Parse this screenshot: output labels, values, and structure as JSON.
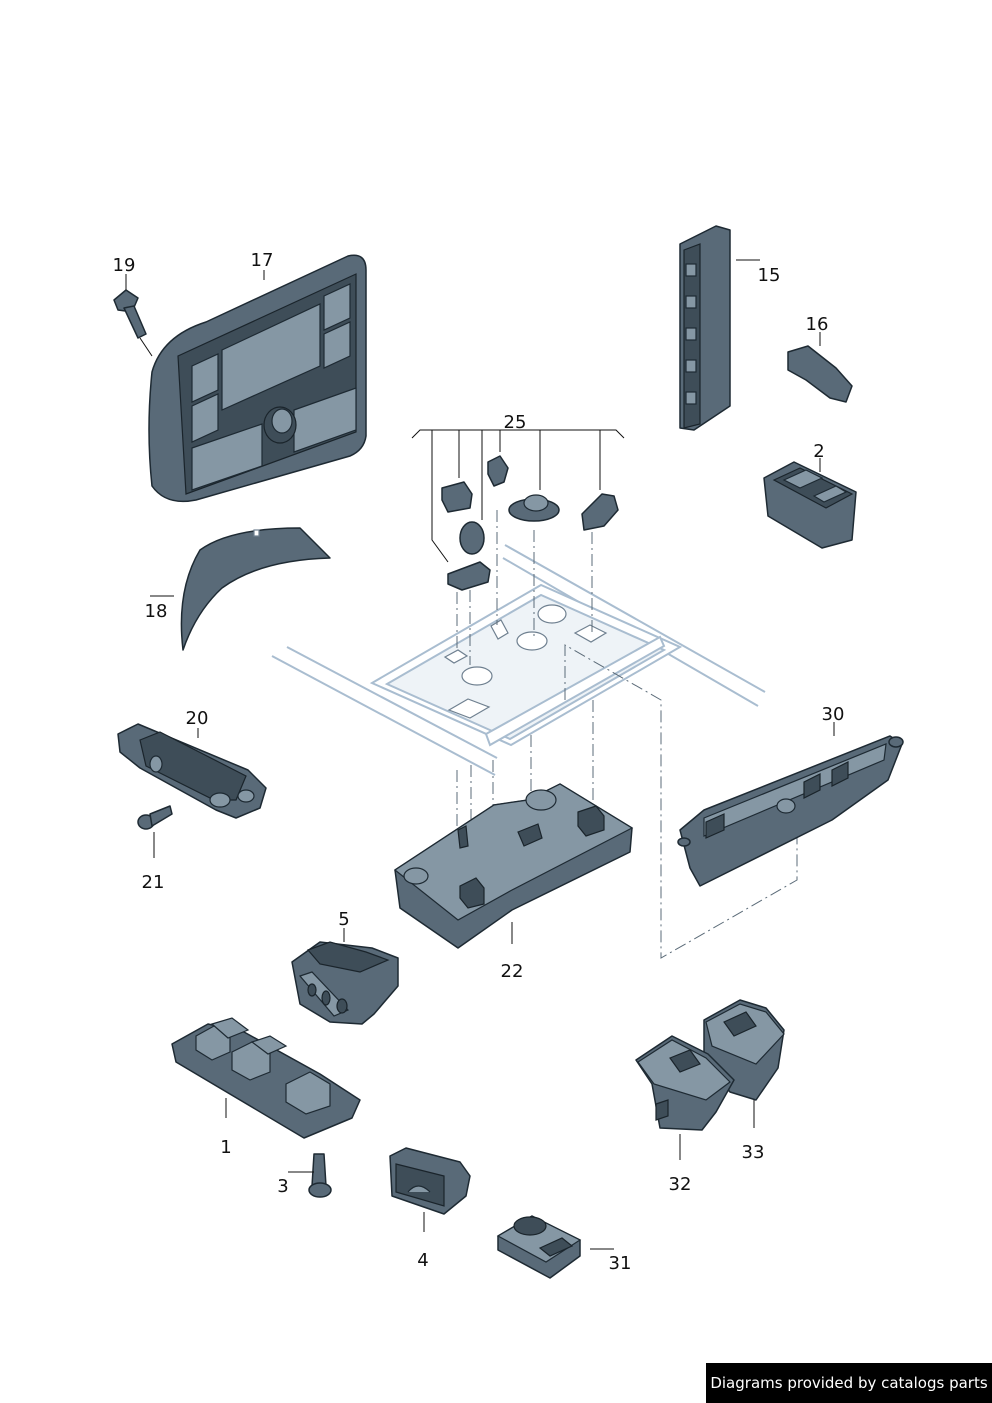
{
  "labels": {
    "l1": "1",
    "l2": "2",
    "l3": "3",
    "l4": "4",
    "l5": "5",
    "l15": "15",
    "l16": "16",
    "l17": "17",
    "l18": "18",
    "l19": "19",
    "l20": "20",
    "l21": "21",
    "l22": "22",
    "l25": "25",
    "l30": "30",
    "l31": "31",
    "l32": "32",
    "l33": "33"
  },
  "footer": {
    "text": "Diagrams provided by catalogs parts"
  },
  "colors": {
    "part_fill": "#596a78",
    "outline": "#1e2a33",
    "panel_line": "#a9bdd0",
    "footer_bg": "#000000"
  }
}
